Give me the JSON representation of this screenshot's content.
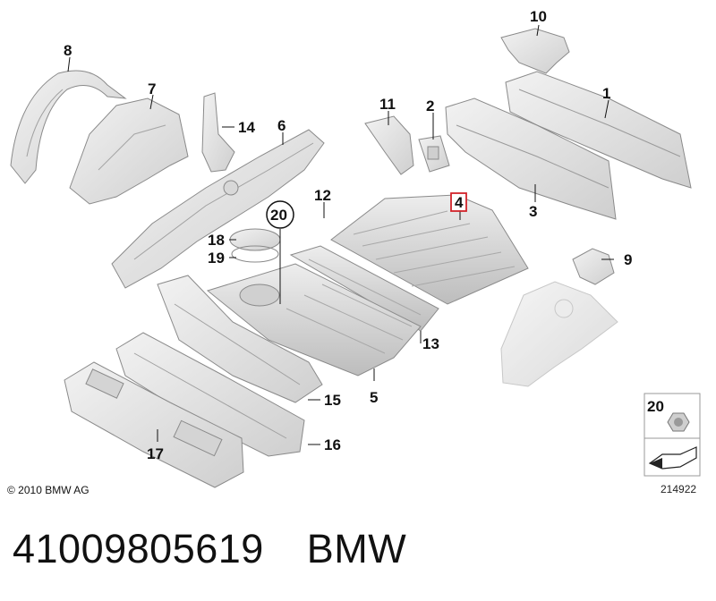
{
  "callouts": {
    "c1": "1",
    "c2": "2",
    "c3": "3",
    "c4": "4",
    "c5": "5",
    "c6": "6",
    "c7": "7",
    "c8": "8",
    "c9": "9",
    "c10": "10",
    "c11": "11",
    "c12": "12",
    "c13": "13",
    "c14": "14",
    "c15": "15",
    "c16": "16",
    "c17": "17",
    "c18": "18",
    "c19": "19",
    "c20": "20"
  },
  "legend": {
    "label": "20"
  },
  "copyright": "© 2010 BMW AG",
  "drawing_number": "214922",
  "part_number": "41009805619",
  "brand": "BMW",
  "colors": {
    "highlight": "#d2232a",
    "part_fill": "#e4e4e4",
    "part_stroke": "#8a8a8a"
  }
}
